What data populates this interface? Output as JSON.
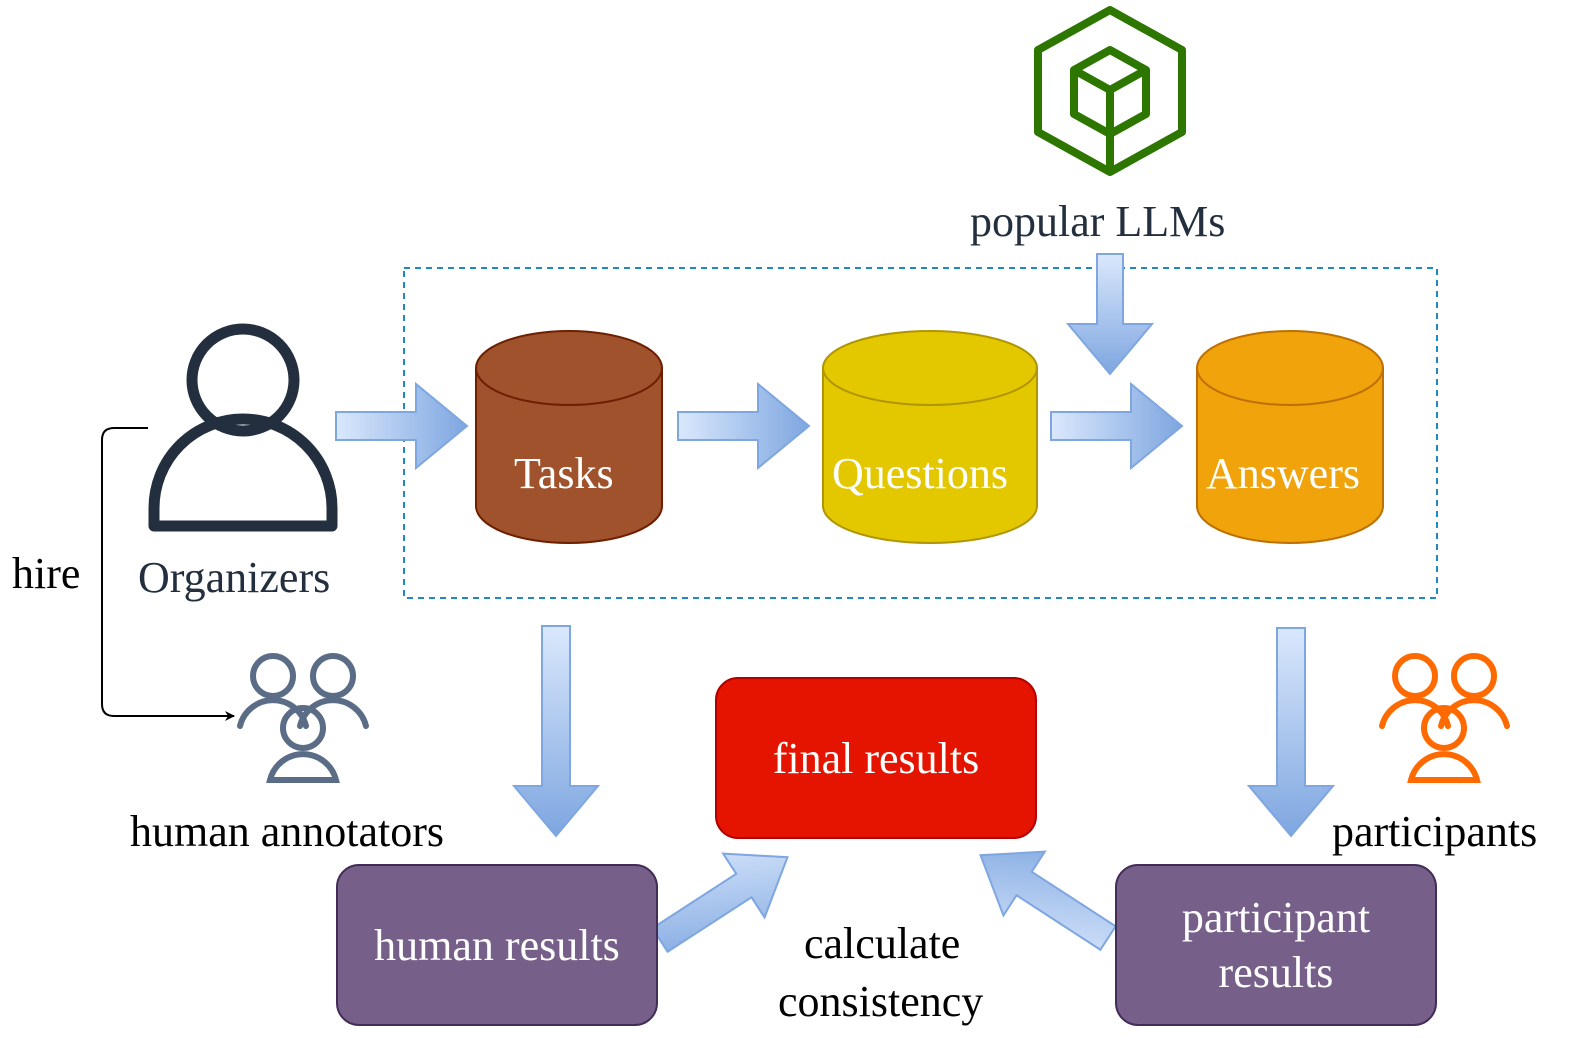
{
  "labels": {
    "popular_llms": "popular LLMs",
    "organizers": "Organizers",
    "hire": "hire",
    "human_annotators": "human annotators",
    "participants": "participants",
    "calculate_consistency_line1": "calculate",
    "calculate_consistency_line2": "consistency"
  },
  "databases": {
    "tasks": "Tasks",
    "questions": "Questions",
    "answers": "Answers"
  },
  "boxes": {
    "final_results": "final results",
    "human_results": "human results",
    "participant_results_line1": "participant",
    "participant_results_line2": "results"
  },
  "icons": {
    "llm_cube": "cube-icon",
    "organizer": "user-icon",
    "annotators": "user-group-icon",
    "participants": "user-group-icon"
  },
  "colors": {
    "tasks": "#a0522d",
    "questions": "#e3c800",
    "answers": "#f0a30a",
    "final_results": "#e51400",
    "result_boxes": "#76608a",
    "arrows": "#7ea6e0",
    "cube": "#2d7600",
    "organizer_icon": "#232f3e",
    "annotators_icon": "#5a6c86",
    "participants_icon": "#ff6a00",
    "dashed_frame": "#1f8ac2"
  }
}
